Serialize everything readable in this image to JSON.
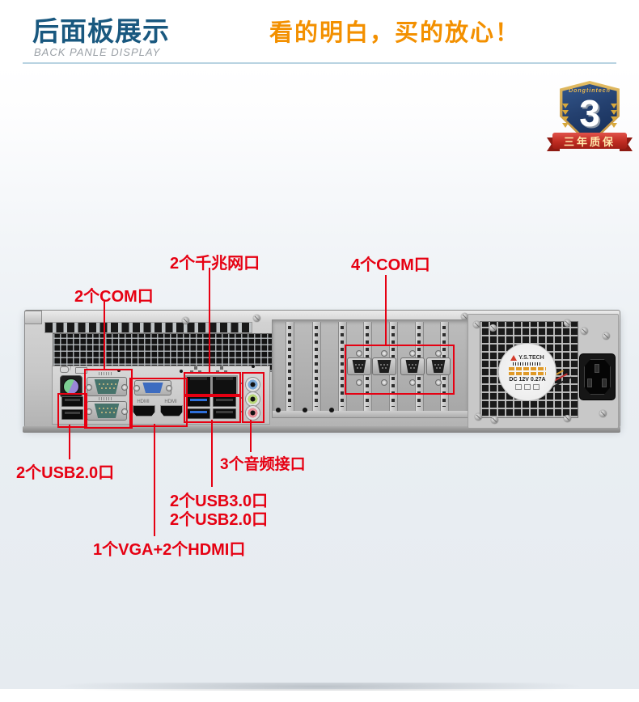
{
  "header": {
    "title": "后面板展示",
    "subtitle": "BACK PANLE DISPLAY",
    "slogan": "看的明白，买的放心！"
  },
  "badge": {
    "brand": "Dongtintech",
    "number": "3",
    "ribbon": "三年质保"
  },
  "annotations": {
    "com2": "2个COM口",
    "lan": "2个千兆网口",
    "com4": "4个COM口",
    "usb2_left": "2个USB2.0口",
    "audio": "3个音频接口",
    "usb3": "2个USB3.0口",
    "usb2_mid": "2个USB2.0口",
    "vga_hdmi": "1个VGA+2个HDMI口"
  },
  "server": {
    "hdmi_label": "HDMI",
    "fan_brand": "Y.S.TECH",
    "fan_spec": "DC 12V 0.27A"
  },
  "colors": {
    "annotation_red": "#e60012",
    "title_blue": "#19587f",
    "slogan_orange": "#f39000",
    "usb3_blue": "#2e6fd8",
    "audio_blue": "#7aa8d8",
    "audio_green": "#b8d878",
    "audio_pink": "#e8909a"
  }
}
